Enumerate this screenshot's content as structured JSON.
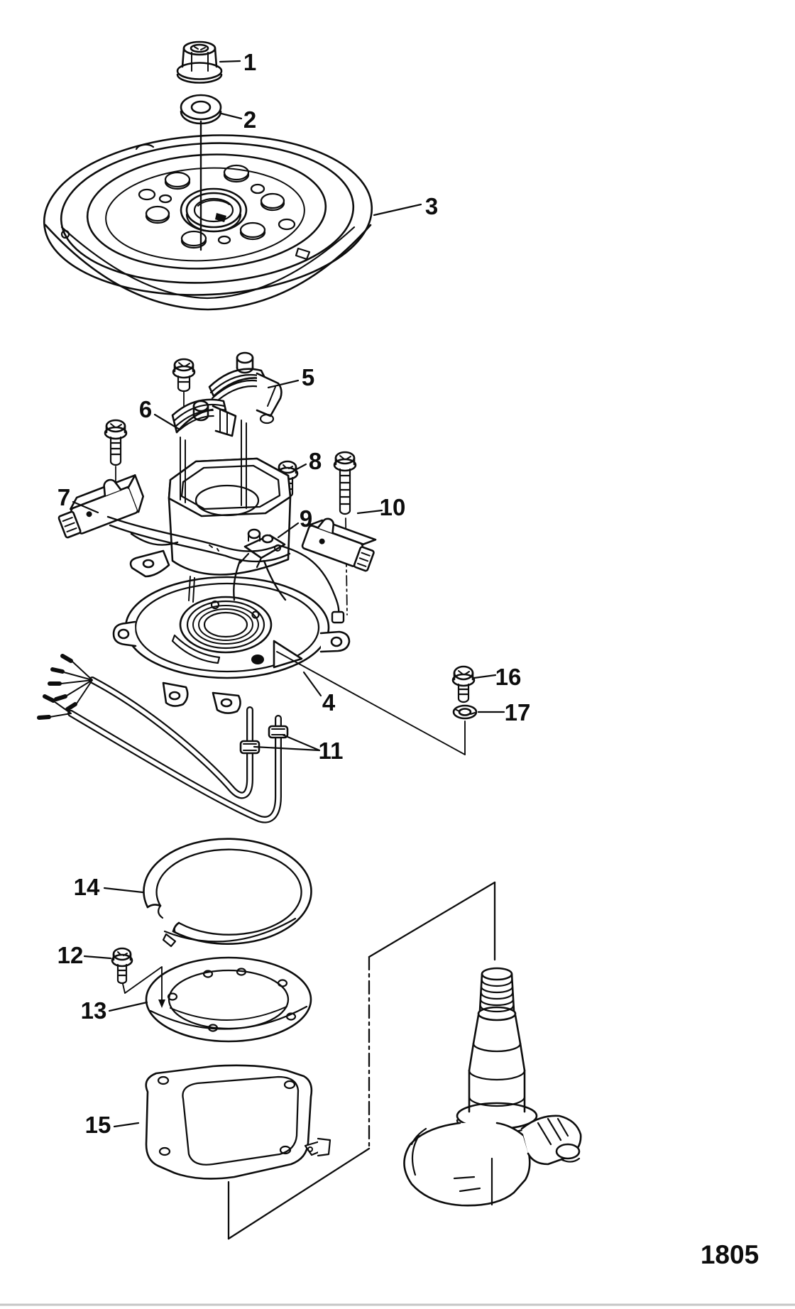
{
  "diagram": {
    "page_number": "1805",
    "callouts": {
      "c1": "1",
      "c2": "2",
      "c3": "3",
      "c4": "4",
      "c5": "5",
      "c6": "6",
      "c7": "7",
      "c8": "8",
      "c9": "9",
      "c10": "10",
      "c11": "11",
      "c12": "12",
      "c13": "13",
      "c14": "14",
      "c15": "15",
      "c16": "16",
      "c17": "17"
    }
  }
}
